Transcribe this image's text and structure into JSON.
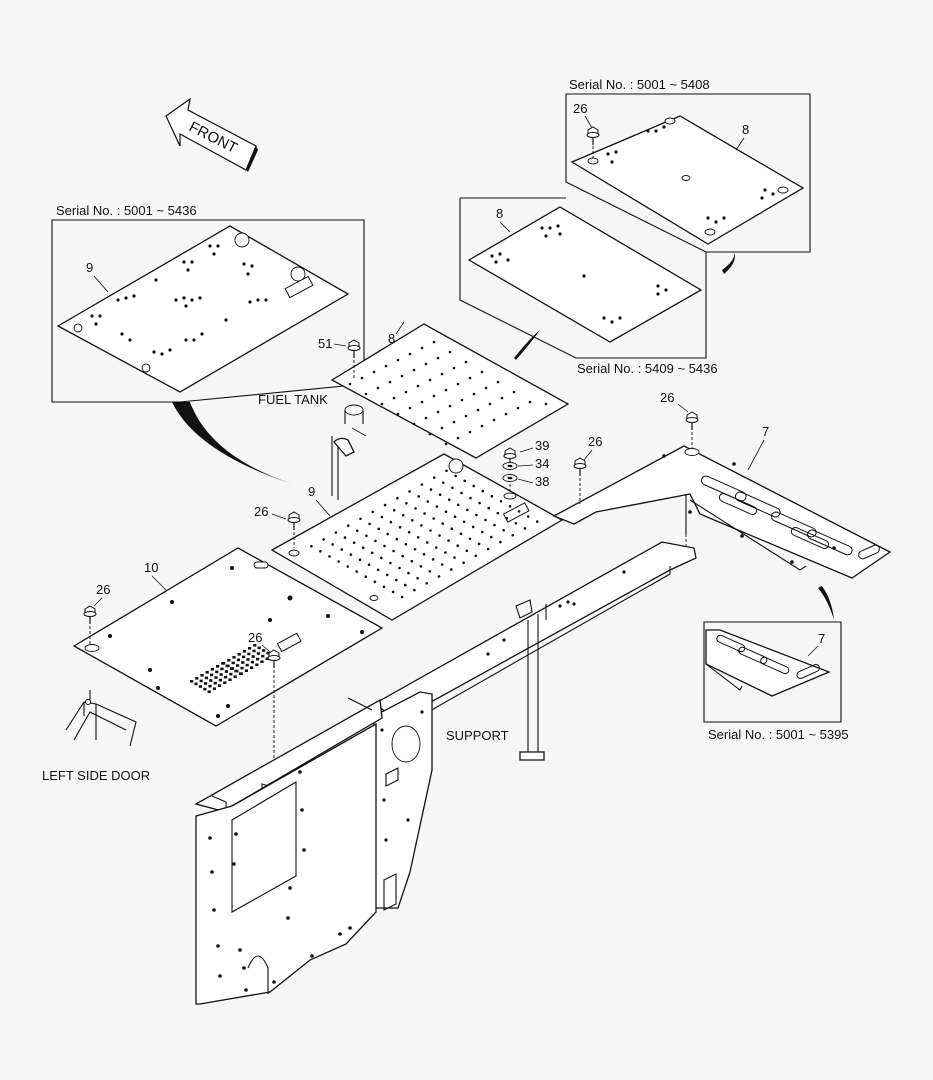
{
  "front_label": "FRONT",
  "insets": {
    "top_right": {
      "serial": "Serial No. : 5001 ~ 5408",
      "part_num": "8",
      "bolt_num": "26"
    },
    "middle_right": {
      "serial": "Serial No. : 5409 ~ 5436",
      "part_num": "8"
    },
    "left": {
      "serial": "Serial No. : 5001 ~ 5436",
      "part_num": "9"
    },
    "bottom_right": {
      "serial": "Serial No. : 5001 ~ 5395",
      "part_num": "7"
    }
  },
  "callouts": {
    "plate_8": "8",
    "bolt_51": "51",
    "plate_9": "9",
    "plate_10": "10",
    "plate_7": "7",
    "bolt_26_a": "26",
    "bolt_26_b": "26",
    "bolt_26_c": "26",
    "bolt_26_d": "26",
    "bolt_26_e": "26",
    "bolt_39": "39",
    "washer_34": "34",
    "washer_38": "38"
  },
  "labels": {
    "fuel_tank": "FUEL TANK",
    "support": "SUPPORT",
    "left_side_door": "LEFT SIDE DOOR"
  }
}
